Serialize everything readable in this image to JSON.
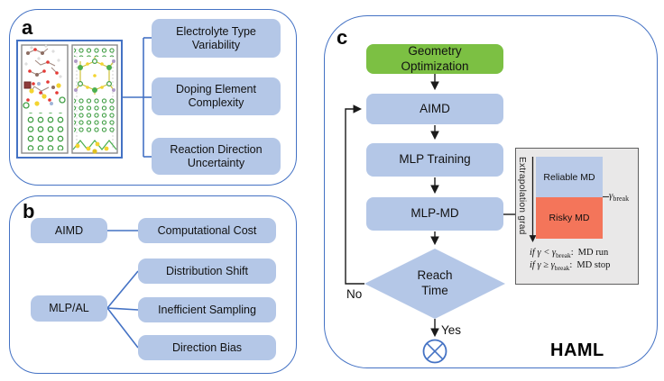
{
  "figure": {
    "panel_a": {
      "label": "a",
      "challenges": [
        "Electrolyte Type Variability",
        "Doping Element Complexity",
        "Reaction Direction Uncertainty"
      ]
    },
    "panel_b": {
      "label": "b",
      "methods": [
        {
          "name": "AIMD",
          "issues": [
            "Computational Cost"
          ]
        },
        {
          "name": "MLP/AL",
          "issues": [
            "Distribution Shift",
            "Inefficient Sampling",
            "Direction Bias"
          ]
        }
      ]
    },
    "panel_c": {
      "label": "c",
      "workflow_name": "HAML",
      "steps": [
        "Geometry Optimization",
        "AIMD",
        "MLP Training",
        "MLP-MD"
      ],
      "decision": "Reach Time",
      "branch_no": "No",
      "branch_yes": "Yes",
      "inset": {
        "axis_label": "Extrapolation grad",
        "zone_reliable": "Reliable MD",
        "zone_risky": "Risky MD",
        "threshold_symbol": "γ",
        "threshold_sub": "break",
        "rules": [
          {
            "pre": "if γ < γ",
            "sub": "break",
            "post": ":",
            "action": "MD run"
          },
          {
            "pre": "if γ ≥ γ",
            "sub": "break",
            "post": ":",
            "action": "MD stop"
          }
        ]
      }
    },
    "colors": {
      "panel_border": "#4472C4",
      "box_blue": "#B4C7E7",
      "box_green": "#7CC043",
      "risky_orange": "#F4755A",
      "reliable_blue": "#B9CAE8",
      "inset_bg": "#E9E8E8"
    }
  }
}
